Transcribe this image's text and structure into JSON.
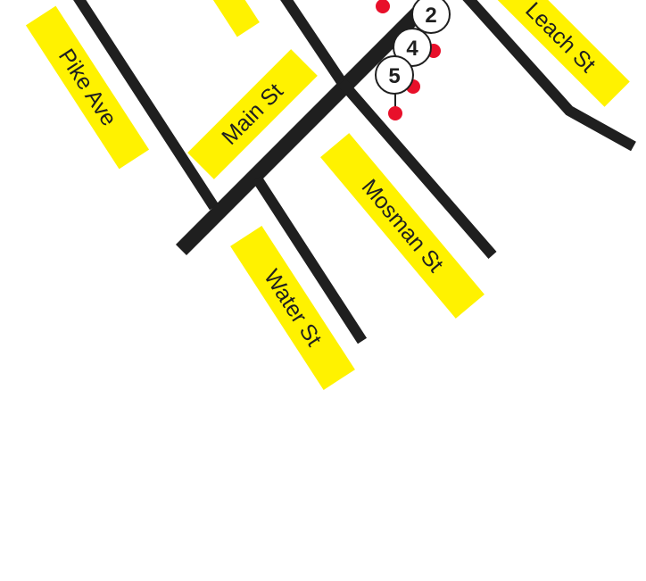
{
  "streets": {
    "pike_ave": "Pike Ave",
    "main_st": "Main St",
    "leach_st": "Leach St",
    "mosman_st": "Mosman St",
    "water_st": "Water St",
    "partial_top": ""
  },
  "markers": [
    {
      "number": "2"
    },
    {
      "number": "4"
    },
    {
      "number": "5"
    }
  ],
  "colors": {
    "road": "#1f1f1f",
    "label_bg": "#fff200",
    "pin": "#e8102a",
    "background": "#ffffff"
  }
}
